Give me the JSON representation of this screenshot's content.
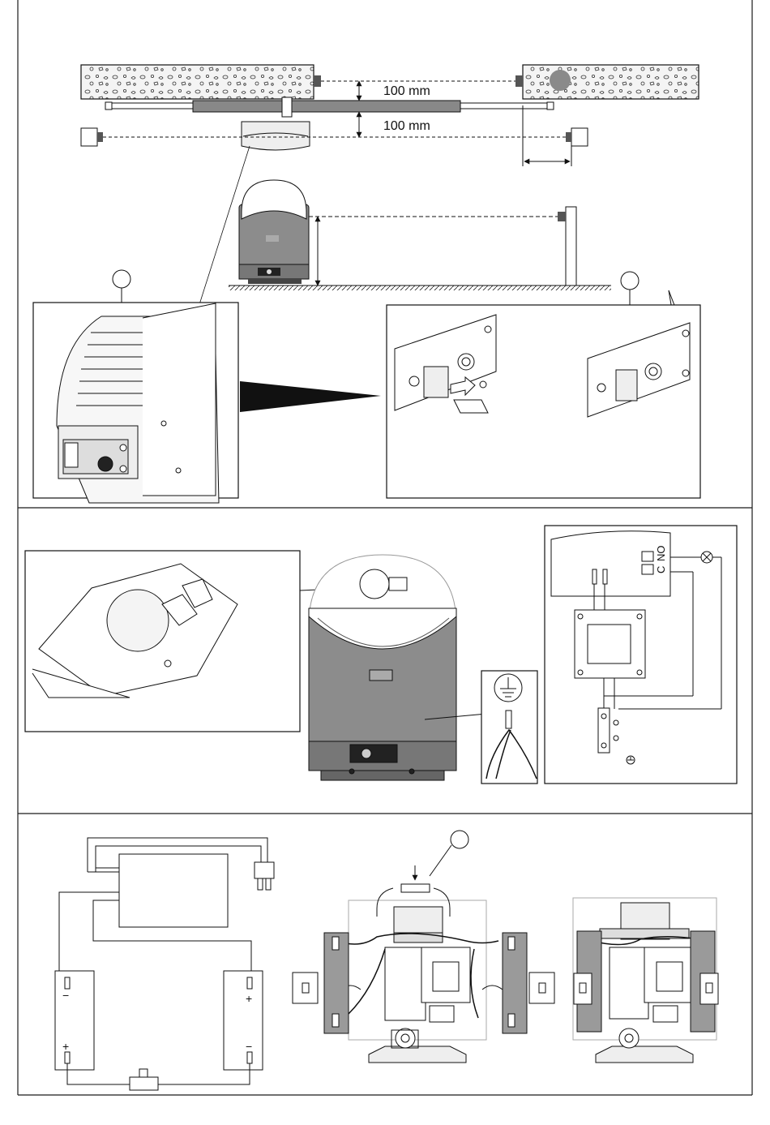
{
  "panel1": {
    "dim_top": "100 mm",
    "dim_bottom": "100 mm"
  },
  "panel2": {
    "terminal_labels": [
      "NO",
      "C"
    ]
  },
  "panel3": {
    "battery_left_signs": [
      "−",
      "+"
    ],
    "battery_right_signs": [
      "+",
      "−"
    ]
  },
  "colors": {
    "line": "#1a1a1a",
    "motor_gray": "#8c8c8c",
    "dark_gray": "#555555",
    "light_gray": "#d6d6d6",
    "battery_gray": "#9a9a9a"
  },
  "icons": [
    "ground-symbol-icon",
    "lamp-icon",
    "arrow-right-wedge-icon",
    "plug-connector-icon",
    "bulb-icon"
  ]
}
